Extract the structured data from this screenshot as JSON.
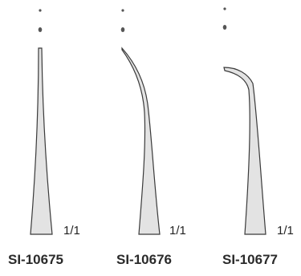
{
  "items": [
    {
      "code": "SI-10675",
      "scale": "1/1",
      "tip": "straight"
    },
    {
      "code": "SI-10676",
      "scale": "1/1",
      "tip": "gently-curved"
    },
    {
      "code": "SI-10677",
      "scale": "1/1",
      "tip": "sharply-curved"
    }
  ],
  "colors": {
    "fill": "#e3e3e3",
    "stroke": "#3a3a3a",
    "text": "#2a2a2a"
  }
}
